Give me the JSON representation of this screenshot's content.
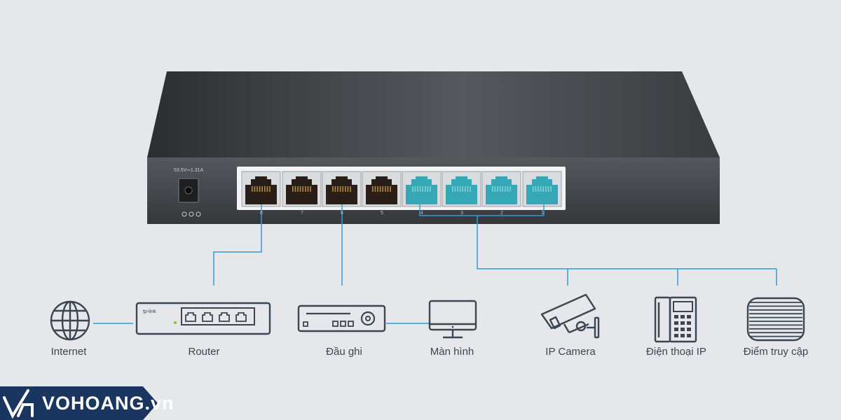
{
  "switch": {
    "power_rating": "53.5V⎓1.31A",
    "port_numbers": [
      "8",
      "7",
      "6",
      "5",
      "4",
      "3",
      "2",
      "1"
    ],
    "poe_port_color": "#35a7b5",
    "body_color": "#3c3e42"
  },
  "devices": {
    "internet": "Internet",
    "router": "Router",
    "router_brand": "tp-link",
    "recorder": "Đầu ghi",
    "monitor": "Màn hình",
    "camera": "IP Camera",
    "phone": "Điện thoại IP",
    "access_point": "Điểm truy cập"
  },
  "brand": {
    "text": "VOHOANG.vn",
    "band_color": "#1a3560"
  },
  "colors": {
    "background": "#e5e7ea",
    "connector": "#2f9fd8",
    "icon": "#3b4650"
  }
}
